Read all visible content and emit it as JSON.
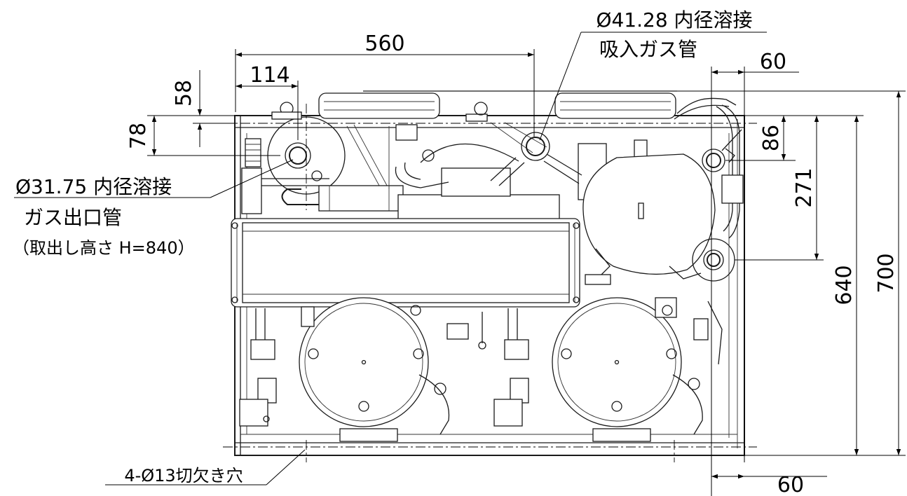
{
  "dimensions": {
    "width_560": "560",
    "width_114": "114",
    "height_58": "58",
    "height_78": "78",
    "right_60_top": "60",
    "right_86": "86",
    "right_271": "271",
    "right_640": "640",
    "right_700": "700",
    "bottom_60": "60"
  },
  "callouts": {
    "suction_size": "Ø41.28 内径溶接",
    "suction_name": "吸入ガス管",
    "gas_out_size": "Ø31.75  内径溶接",
    "gas_out_name": "ガス出口管",
    "gas_out_height": "（取出し高さ H=840）",
    "mount_holes": "4-Ø13切欠き穴"
  }
}
